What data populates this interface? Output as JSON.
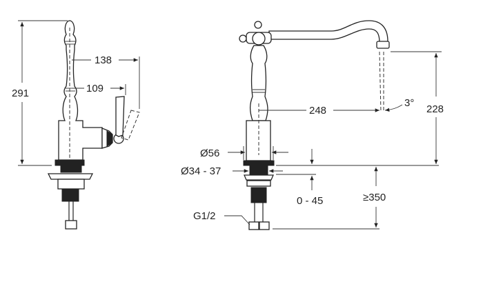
{
  "drawing": {
    "side_view": {
      "height_total": "291",
      "handle_reach_open": "138",
      "handle_reach": "109"
    },
    "front_view": {
      "spout_reach": "248",
      "spout_angle": "3°",
      "spout_height": "228",
      "body_diameter": "Ø56",
      "hole_diameter": "Ø34 - 37",
      "deck_thickness": "0 - 45",
      "min_hose_length": "≥350",
      "connection_thread": "G1/2"
    }
  }
}
